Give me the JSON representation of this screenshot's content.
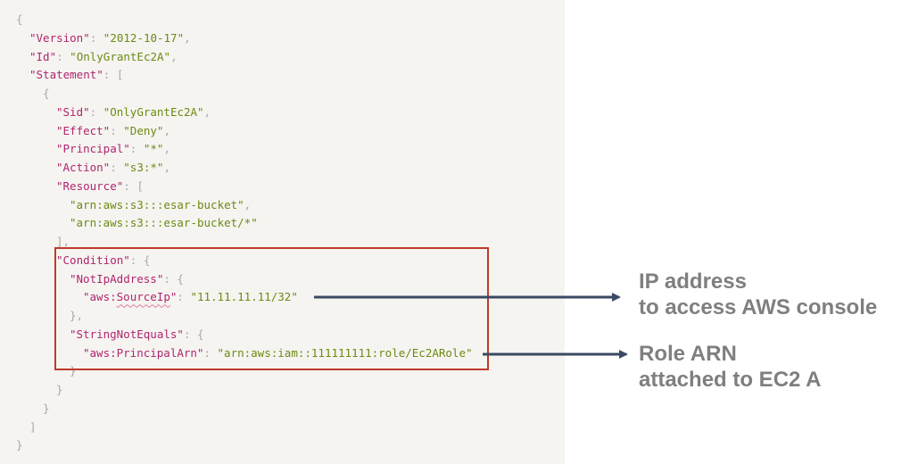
{
  "code": {
    "lines": [
      {
        "indent": 0,
        "parts": [
          {
            "t": "{",
            "c": "p"
          }
        ]
      },
      {
        "indent": 1,
        "parts": [
          {
            "t": "\"Version\"",
            "c": "k"
          },
          {
            "t": ": ",
            "c": "p"
          },
          {
            "t": "\"2012-10-17\"",
            "c": "s"
          },
          {
            "t": ",",
            "c": "p"
          }
        ]
      },
      {
        "indent": 1,
        "parts": [
          {
            "t": "\"Id\"",
            "c": "k"
          },
          {
            "t": ": ",
            "c": "p"
          },
          {
            "t": "\"OnlyGrantEc2A\"",
            "c": "s"
          },
          {
            "t": ",",
            "c": "p"
          }
        ]
      },
      {
        "indent": 1,
        "parts": [
          {
            "t": "\"Statement\"",
            "c": "k"
          },
          {
            "t": ": [",
            "c": "p"
          }
        ]
      },
      {
        "indent": 2,
        "parts": [
          {
            "t": "{",
            "c": "p"
          }
        ]
      },
      {
        "indent": 3,
        "parts": [
          {
            "t": "\"Sid\"",
            "c": "k"
          },
          {
            "t": ": ",
            "c": "p"
          },
          {
            "t": "\"OnlyGrantEc2A\"",
            "c": "s"
          },
          {
            "t": ",",
            "c": "p"
          }
        ]
      },
      {
        "indent": 3,
        "parts": [
          {
            "t": "\"Effect\"",
            "c": "k"
          },
          {
            "t": ": ",
            "c": "p"
          },
          {
            "t": "\"Deny\"",
            "c": "s"
          },
          {
            "t": ",",
            "c": "p"
          }
        ]
      },
      {
        "indent": 3,
        "parts": [
          {
            "t": "\"Principal\"",
            "c": "k"
          },
          {
            "t": ": ",
            "c": "p"
          },
          {
            "t": "\"*\"",
            "c": "s"
          },
          {
            "t": ",",
            "c": "p"
          }
        ]
      },
      {
        "indent": 3,
        "parts": [
          {
            "t": "\"Action\"",
            "c": "k"
          },
          {
            "t": ": ",
            "c": "p"
          },
          {
            "t": "\"s3:*\"",
            "c": "s"
          },
          {
            "t": ",",
            "c": "p"
          }
        ]
      },
      {
        "indent": 3,
        "parts": [
          {
            "t": "\"Resource\"",
            "c": "k"
          },
          {
            "t": ": [",
            "c": "p"
          }
        ]
      },
      {
        "indent": 4,
        "parts": [
          {
            "t": "\"arn:aws:s3:::esar-bucket\"",
            "c": "s"
          },
          {
            "t": ",",
            "c": "p"
          }
        ]
      },
      {
        "indent": 4,
        "parts": [
          {
            "t": "\"arn:aws:s3:::esar-bucket/*\"",
            "c": "s"
          }
        ]
      },
      {
        "indent": 3,
        "parts": [
          {
            "t": "],",
            "c": "p"
          }
        ]
      },
      {
        "indent": 3,
        "parts": [
          {
            "t": "\"Condition\"",
            "c": "k"
          },
          {
            "t": ": {",
            "c": "p"
          }
        ]
      },
      {
        "indent": 4,
        "parts": [
          {
            "t": "\"NotIpAddress\"",
            "c": "k"
          },
          {
            "t": ": {",
            "c": "p"
          }
        ]
      },
      {
        "indent": 5,
        "parts": [
          {
            "t": "\"aws:",
            "c": "k"
          },
          {
            "t": "SourceIp",
            "c": "k",
            "sq": true
          },
          {
            "t": "\"",
            "c": "k"
          },
          {
            "t": ": ",
            "c": "p"
          },
          {
            "t": "\"11.11.11.11/32\"",
            "c": "s"
          }
        ]
      },
      {
        "indent": 4,
        "parts": [
          {
            "t": "},",
            "c": "p"
          }
        ]
      },
      {
        "indent": 4,
        "parts": [
          {
            "t": "\"StringNotEquals\"",
            "c": "k"
          },
          {
            "t": ": {",
            "c": "p"
          }
        ]
      },
      {
        "indent": 5,
        "parts": [
          {
            "t": "\"aws:PrincipalArn\"",
            "c": "k"
          },
          {
            "t": ": ",
            "c": "p"
          },
          {
            "t": "\"arn:aws:iam::111111111:role/Ec2ARole\"",
            "c": "s"
          }
        ]
      },
      {
        "indent": 4,
        "parts": [
          {
            "t": "}",
            "c": "p"
          }
        ]
      },
      {
        "indent": 3,
        "parts": [
          {
            "t": "}",
            "c": "p"
          }
        ]
      },
      {
        "indent": 2,
        "parts": [
          {
            "t": "}",
            "c": "p"
          }
        ]
      },
      {
        "indent": 1,
        "parts": [
          {
            "t": "]",
            "c": "p"
          }
        ]
      },
      {
        "indent": 0,
        "parts": [
          {
            "t": "}",
            "c": "p"
          }
        ]
      }
    ]
  },
  "annotations": {
    "ip": {
      "line1": "IP address",
      "line2": "to access AWS console"
    },
    "role": {
      "line1": "Role ARN",
      "line2": "attached to EC2 A"
    }
  },
  "colors": {
    "key": "#b0256e",
    "string": "#6c8a12",
    "punctuation": "#a8a8a8",
    "highlight_border": "#c0392b",
    "arrow": "#3b4a63",
    "annotation_text": "#7f7f7f",
    "panel_bg": "#f5f4f1"
  }
}
